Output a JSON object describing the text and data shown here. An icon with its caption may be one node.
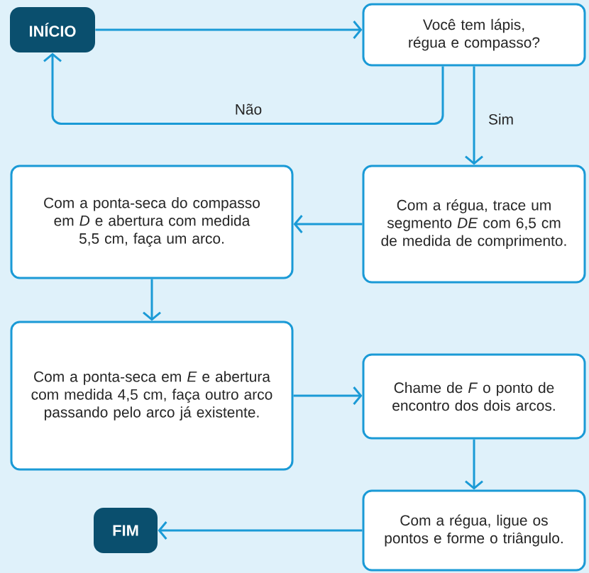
{
  "diagram": {
    "nodes": [
      {
        "text": [
          "INÍCIO"
        ]
      },
      {
        "text": [
          "Você tem lápis, régua e compasso?"
        ]
      },
      {
        "text": [
          "Com a régua, trace um segmento *DE* com 6,5 cm de medida de comprimento."
        ]
      },
      {
        "text": [
          "Com a ponta-seca do compasso em *D* e abertura com medida 5,5 cm, faça um arco."
        ]
      },
      {
        "text": [
          "Com a ponta-seca em *E* e abertura com medida 4,5 cm, faça outro arco passando pelo arco já existente."
        ]
      },
      {
        "text": [
          "Chame de *F* o ponto de encontro dos dois arcos."
        ]
      },
      {
        "text": [
          "Com a régua, ligue os pontos e forme o triângulo."
        ]
      },
      {
        "text": [
          "FIM"
        ]
      }
    ],
    "edges": [
      {
        "from": 0,
        "to": 1,
        "arrow": "to"
      },
      {
        "from": 1,
        "to": 0,
        "arrow": "to",
        "label": "Não"
      },
      {
        "from": 1,
        "to": 2,
        "arrow": "to",
        "label": "Sim"
      },
      {
        "from": 2,
        "to": 3,
        "arrow": "to"
      },
      {
        "from": 3,
        "to": 4,
        "arrow": "to"
      },
      {
        "from": 4,
        "to": 5,
        "arrow": "to"
      },
      {
        "from": 5,
        "to": 6,
        "arrow": "to"
      },
      {
        "from": 6,
        "to": 7,
        "arrow": "to"
      }
    ]
  }
}
